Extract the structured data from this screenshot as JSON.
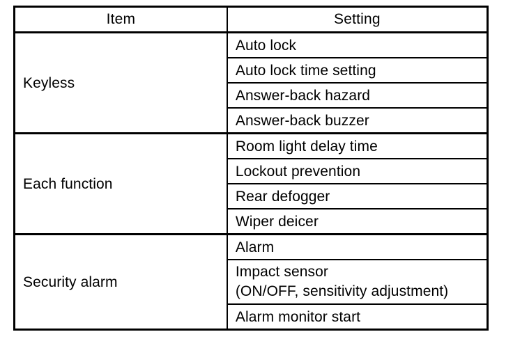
{
  "table": {
    "headers": {
      "item": "Item",
      "setting": "Setting"
    },
    "groups": [
      {
        "label": "Keyless",
        "settings": [
          "Auto lock",
          "Auto lock time setting",
          "Answer-back hazard",
          "Answer-back buzzer"
        ]
      },
      {
        "label": "Each function",
        "settings": [
          "Room light delay time",
          "Lockout prevention",
          "Rear defogger",
          "Wiper deicer"
        ]
      },
      {
        "label": "Security alarm",
        "settings": [
          "Alarm",
          "Impact sensor\n(ON/OFF, sensitivity adjustment)",
          "Alarm monitor start"
        ]
      }
    ]
  },
  "colors": {
    "background": "#ffffff",
    "border": "#000000",
    "text": "#000000"
  }
}
